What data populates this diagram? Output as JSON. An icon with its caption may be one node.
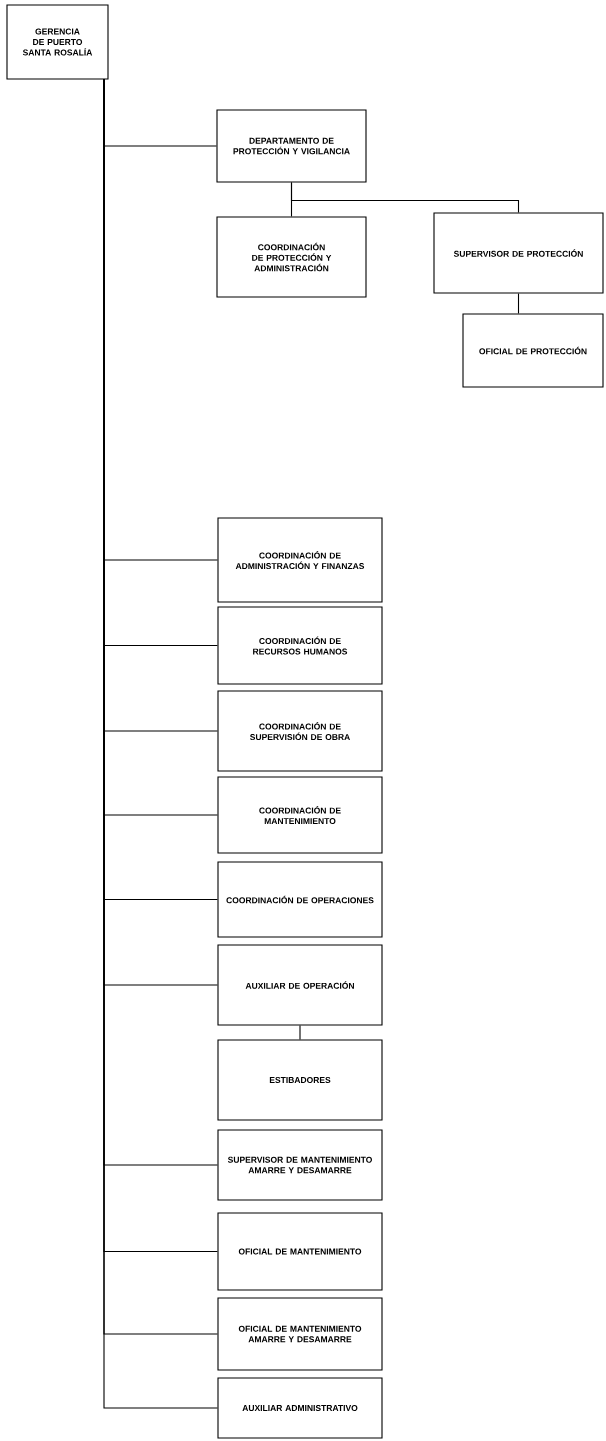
{
  "diagram": {
    "nodes": [
      {
        "text": [
          "GERENCIA DE PUERTO SANTA ROSALÍA"
        ]
      },
      {
        "text": [
          "DEPARTAMENTO DE PROTECCIÓN Y VIGILANCIA"
        ]
      },
      {
        "text": [
          "COORDINACIÓN DE PROTECCIÓN Y ADMINISTRACIÓN"
        ]
      },
      {
        "text": [
          "SUPERVISOR DE PROTECCIÓN"
        ]
      },
      {
        "text": [
          "OFICIAL DE PROTECCIÓN"
        ]
      },
      {
        "text": [
          "COORDINACIÓN DE ADMINISTRACIÓN Y FINANZAS"
        ]
      },
      {
        "text": [
          "COORDINACIÓN DE RECURSOS HUMANOS"
        ]
      },
      {
        "text": [
          "COORDINACIÓN DE SUPERVISIÓN DE OBRA"
        ]
      },
      {
        "text": [
          "COORDINACIÓN DE MANTENIMIENTO"
        ]
      },
      {
        "text": [
          "COORDINACIÓN DE OPERACIONES"
        ]
      },
      {
        "text": [
          "AUXILIAR DE OPERACIÓN"
        ]
      },
      {
        "text": [
          "ESTIBADORES"
        ]
      },
      {
        "text": [
          "SUPERVISOR DE MANTENIMIENTO AMARRE Y DESAMARRE"
        ]
      },
      {
        "text": [
          "OFICIAL DE MANTENIMIENTO"
        ]
      },
      {
        "text": [
          "OFICIAL DE MANTENIMIENTO AMARRE Y DESAMARRE"
        ]
      },
      {
        "text": [
          "AUXILIAR ADMINISTRATIVO"
        ]
      }
    ],
    "edges": [
      {
        "from": 0,
        "to": 1,
        "arrow": "none"
      },
      {
        "from": 1,
        "to": 2,
        "arrow": "none"
      },
      {
        "from": 1,
        "to": 3,
        "arrow": "none"
      },
      {
        "from": 3,
        "to": 4,
        "arrow": "none"
      },
      {
        "from": 0,
        "to": 5,
        "arrow": "none"
      },
      {
        "from": 0,
        "to": 6,
        "arrow": "none"
      },
      {
        "from": 0,
        "to": 7,
        "arrow": "none"
      },
      {
        "from": 0,
        "to": 8,
        "arrow": "none"
      },
      {
        "from": 0,
        "to": 9,
        "arrow": "none"
      },
      {
        "from": 0,
        "to": 10,
        "arrow": "none"
      },
      {
        "from": 10,
        "to": 11,
        "arrow": "none"
      },
      {
        "from": 0,
        "to": 12,
        "arrow": "none"
      },
      {
        "from": 0,
        "to": 13,
        "arrow": "none"
      },
      {
        "from": 0,
        "to": 14,
        "arrow": "none"
      },
      {
        "from": 0,
        "to": 15,
        "arrow": "none"
      }
    ]
  }
}
